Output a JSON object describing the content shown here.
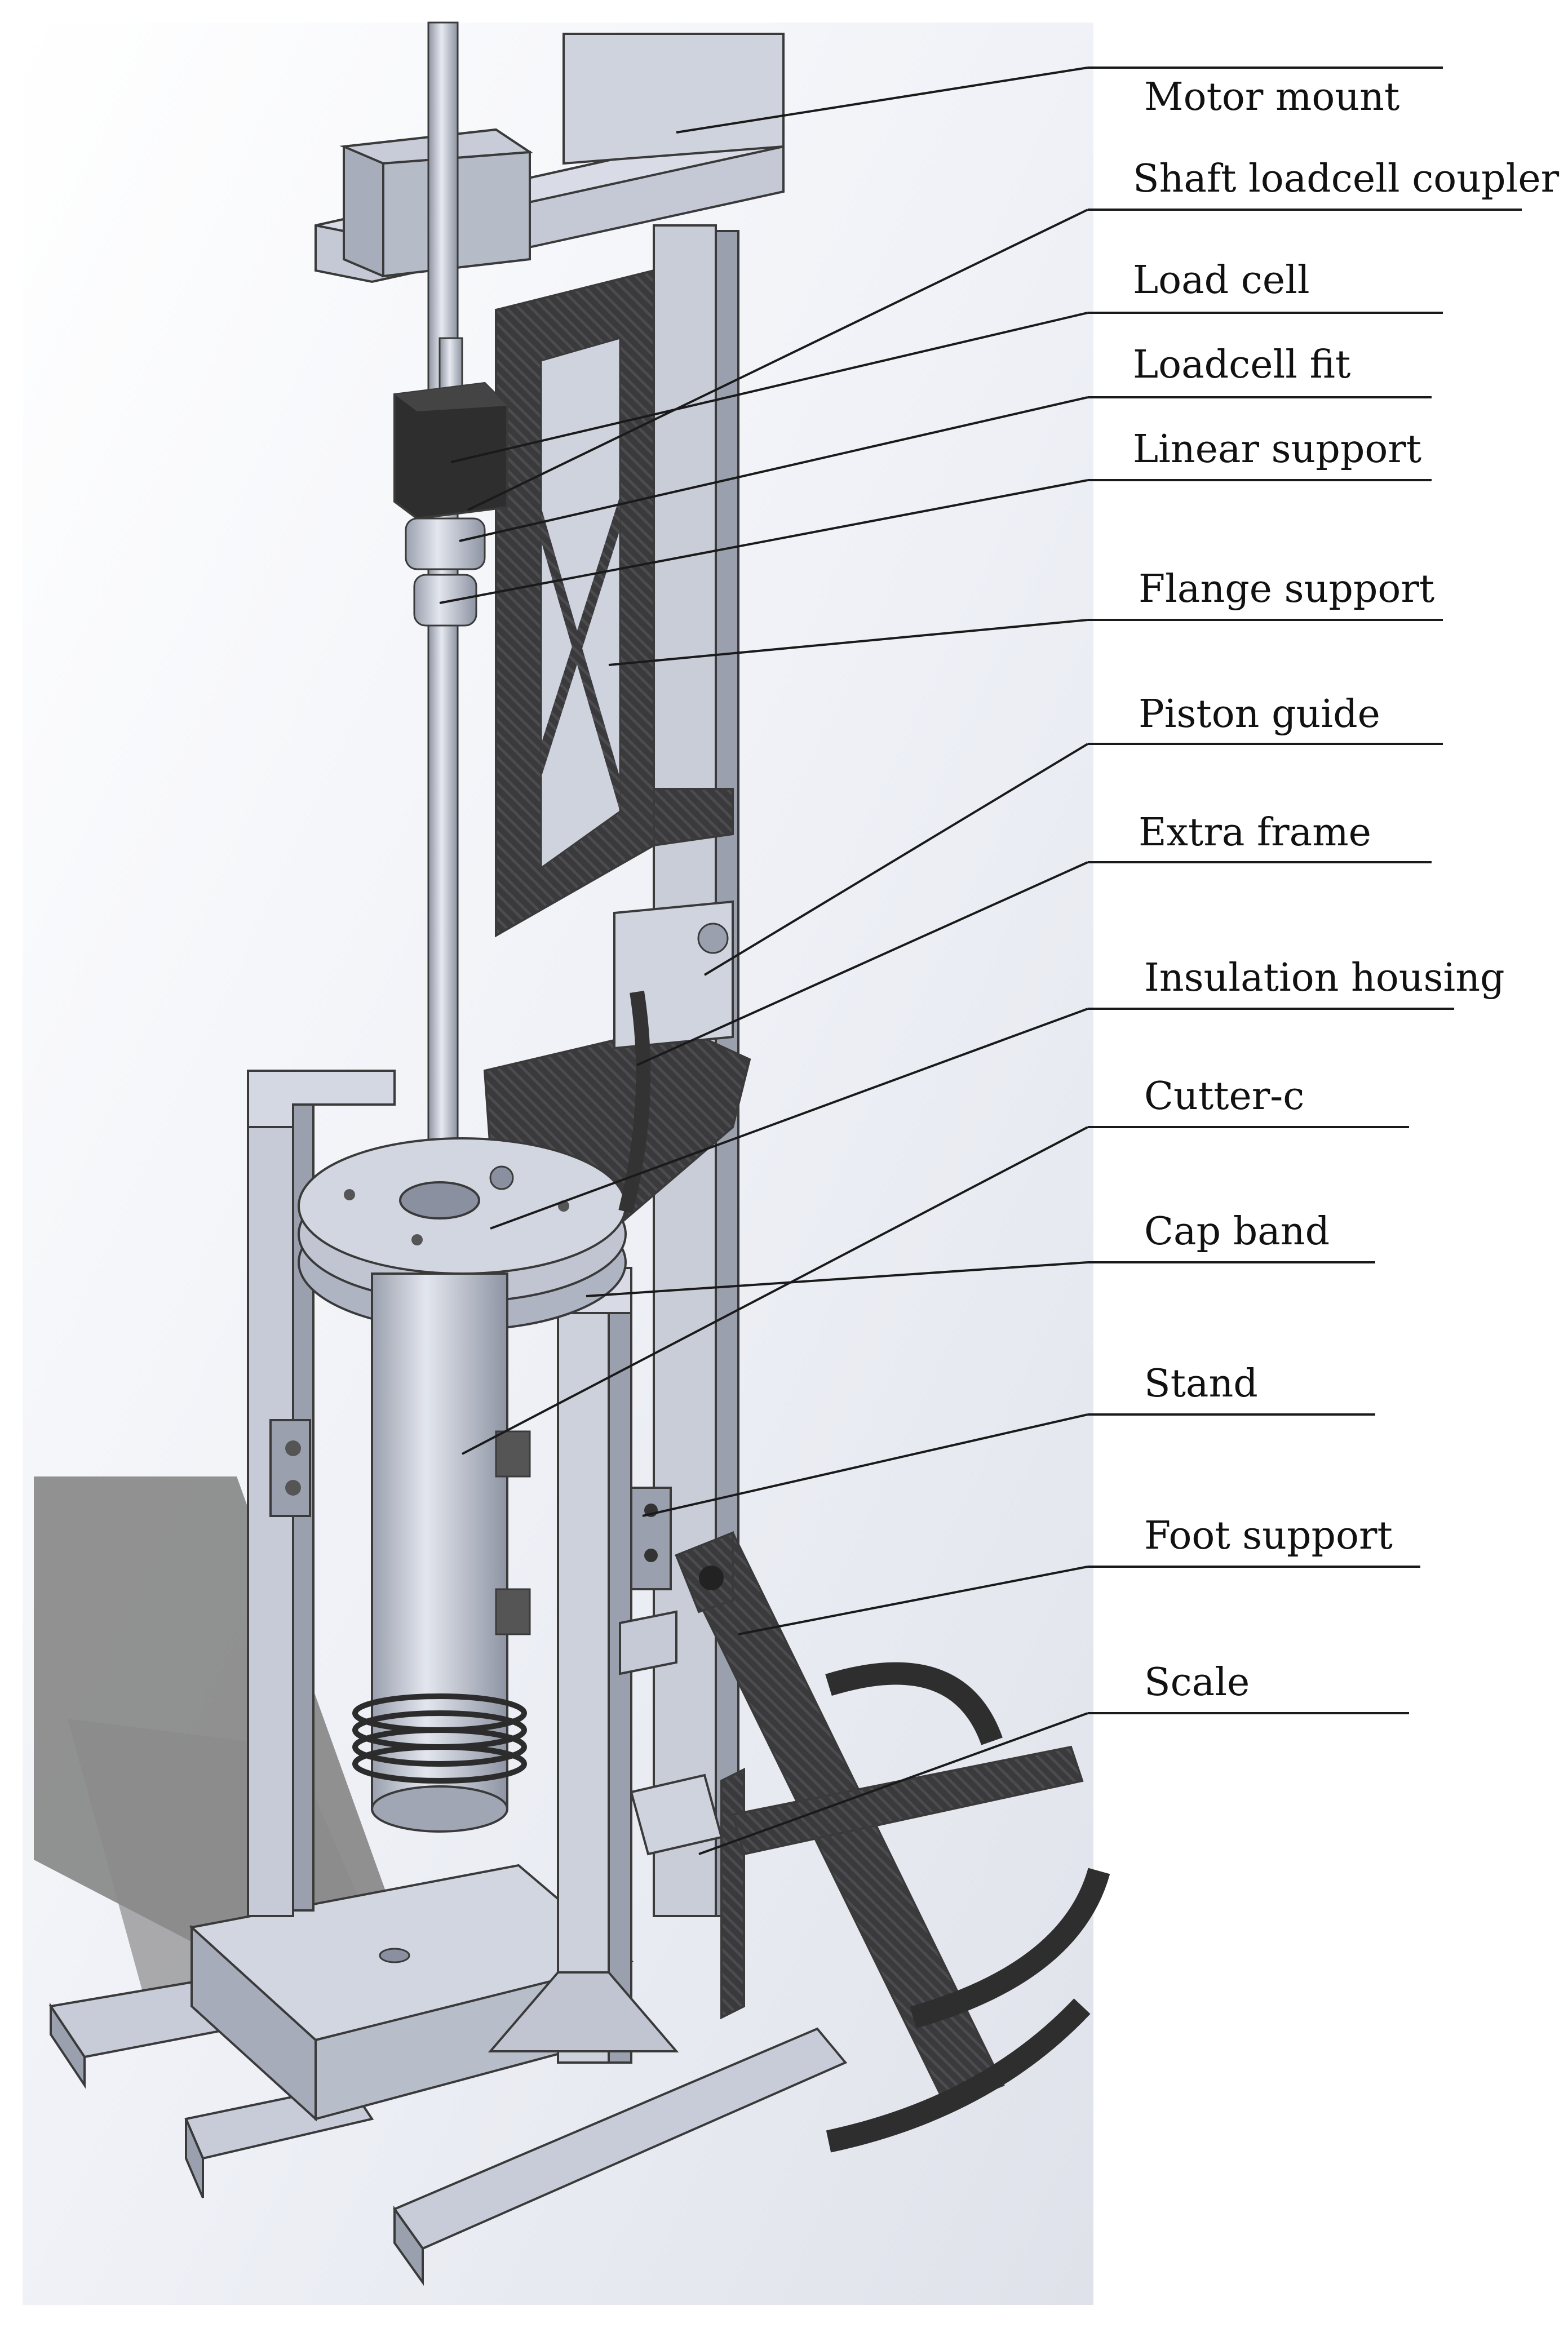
{
  "labels": [
    {
      "text": "Motor mount"
    },
    {
      "text": "Shaft loadcell coupler"
    },
    {
      "text": "Load cell"
    },
    {
      "text": "Loadcell fit"
    },
    {
      "text": "Linear support"
    },
    {
      "text": "Flange support"
    },
    {
      "text": "Piston guide"
    },
    {
      "text": "Extra frame"
    },
    {
      "text": "Insulation housing"
    },
    {
      "text": "Cutter-c"
    },
    {
      "text": "Cap band"
    },
    {
      "text": "Stand"
    },
    {
      "text": "Foot support"
    },
    {
      "text": "Scale"
    }
  ],
  "colors": {
    "metal_light": "#d4d8e3",
    "metal_mid": "#b4bac9",
    "metal_dark": "#8a90a0",
    "carbon": "#3a3a3c",
    "load_cell": "#2e2e2e",
    "shadow": "#7f7f7f"
  }
}
